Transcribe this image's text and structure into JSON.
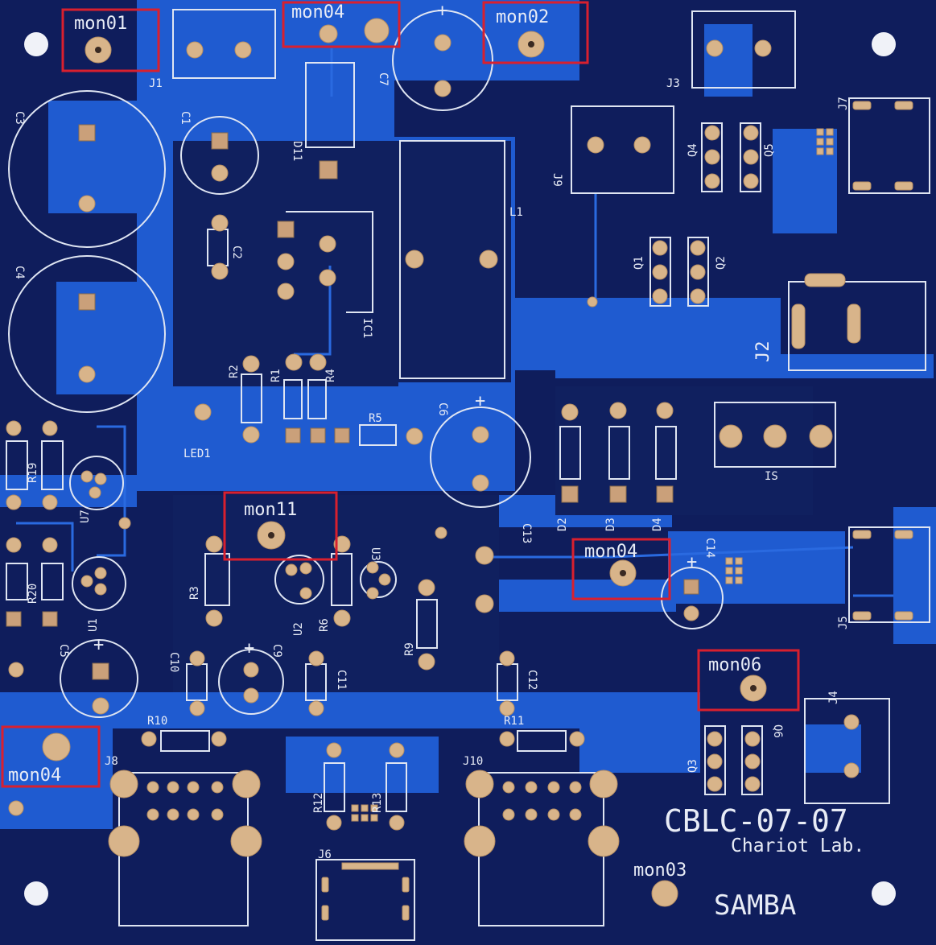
{
  "board": {
    "title": "CBLC-07-07",
    "maker": "Chariot Lab.",
    "project": "SAMBA",
    "colors": {
      "substrate": "#0f1d5c",
      "copper": "#1f5bd0",
      "silkscreen": "#dfe5f2",
      "pad": "#d8b48a",
      "highlight": "#d9202e"
    }
  },
  "monitor_labels": {
    "mon01": "mon01",
    "mon04_top": "mon04",
    "mon02": "mon02",
    "mon11": "mon11",
    "mon04_mid": "mon04",
    "mon06": "mon06",
    "mon04_left": "mon04",
    "mon03": "mon03"
  },
  "designators": {
    "C3": "C3",
    "C4": "C4",
    "C1": "C1",
    "C2": "C2",
    "C7": "C7",
    "C6": "C6",
    "C5": "C5",
    "C9": "C9",
    "C10": "C10",
    "C11": "C11",
    "C12": "C12",
    "C13": "C13",
    "C14": "C14",
    "J1": "J1",
    "J3": "J3",
    "J7": "J7",
    "J9": "J9",
    "J2": "J2",
    "J5": "J5",
    "J4": "J4",
    "J8": "J8",
    "J6": "J6",
    "J10": "J10",
    "D11": "D11",
    "D2": "D2",
    "D3": "D3",
    "D4": "D4",
    "L1": "L1",
    "IC1": "IC1",
    "IS": "IS",
    "Q1": "Q1",
    "Q2": "Q2",
    "Q3": "Q3",
    "Q4": "Q4",
    "Q5": "Q5",
    "Q6": "Q6",
    "R1": "R1",
    "R2": "R2",
    "R3": "R3",
    "R4": "R4",
    "R5": "R5",
    "R6": "R6",
    "R9": "R9",
    "R10": "R10",
    "R11": "R11",
    "R12": "R12",
    "R13": "R13",
    "R19": "R19",
    "R20": "R20",
    "LED1": "LED1",
    "U1": "U1",
    "U2": "U2",
    "U3": "U3",
    "U7": "U7",
    "plus": "+"
  }
}
